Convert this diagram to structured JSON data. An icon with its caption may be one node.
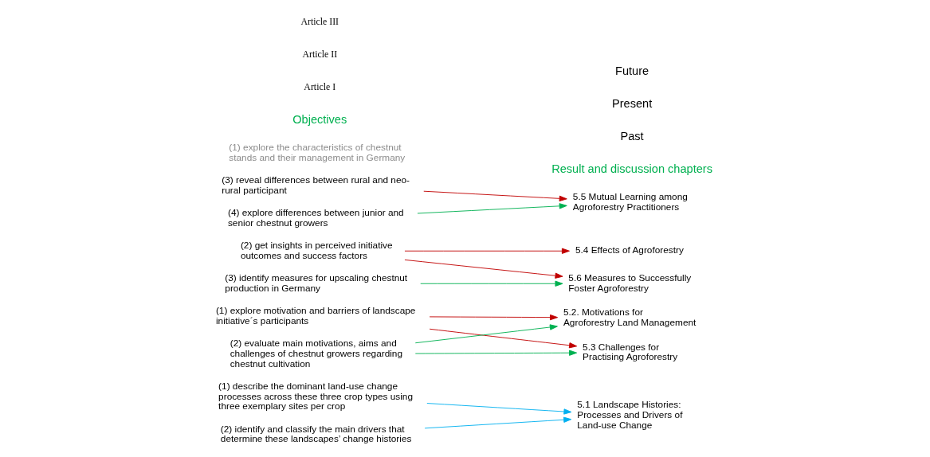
{
  "diagram": {
    "nodes": [
      {
        "text": [
          "(1) describe the dominant land-use change processes across these three crop types using three exemplary sites per crop"
        ]
      },
      {
        "text": [
          "(2) identify and classify the main drivers that determine these landscapes’ change histories"
        ]
      },
      {
        "text": [
          "(1) explore motivation and barriers of landscape initiative´s participants"
        ]
      },
      {
        "text": [
          "(2) get insights in perceived initiative outcomes and success factors"
        ]
      },
      {
        "text": [
          "(3) reveal differences between rural and neo-rural participant"
        ]
      },
      {
        "text": [
          "(1) explore the characteristics of chestnut stands and their management in Germany"
        ]
      },
      {
        "text": [
          "(2) evaluate main motivations, aims and challenges of chestnut growers regarding chestnut cultivation"
        ]
      },
      {
        "text": [
          "(3) identify measures for upscaling chestnut production in Germany"
        ]
      },
      {
        "text": [
          "(4) explore differences between junior and senior chestnut growers"
        ]
      },
      {
        "text": [
          "5.1 Landscape Histories: Processes and Drivers of Land-use Change"
        ]
      },
      {
        "text": [
          "5.2. Motivations for Agroforestry Land Management"
        ]
      },
      {
        "text": [
          "5.3 Challenges for Practising Agroforestry"
        ]
      },
      {
        "text": [
          "5.4 Effects of Agroforestry"
        ]
      },
      {
        "text": [
          "5.5 Mutual Learning among Agroforestry Practitioners"
        ]
      },
      {
        "text": [
          "5.6 Measures to Successfully Foster Agroforestry"
        ]
      }
    ],
    "edges": [
      {
        "from": 0,
        "to": 9,
        "arrow": "to",
        "color": "#00b0f0"
      },
      {
        "from": 1,
        "to": 9,
        "arrow": "to",
        "color": "#00b0f0"
      },
      {
        "from": 2,
        "to": 10,
        "arrow": "to",
        "color": "#c00000"
      },
      {
        "from": 2,
        "to": 11,
        "arrow": "to",
        "color": "#c00000"
      },
      {
        "from": 3,
        "to": 12,
        "arrow": "to",
        "color": "#c00000"
      },
      {
        "from": 3,
        "to": 14,
        "arrow": "to",
        "color": "#c00000"
      },
      {
        "from": 4,
        "to": 13,
        "arrow": "to",
        "color": "#c00000"
      },
      {
        "from": 6,
        "to": 10,
        "arrow": "to",
        "color": "#00b050"
      },
      {
        "from": 6,
        "to": 11,
        "arrow": "to",
        "color": "#00b050"
      },
      {
        "from": 7,
        "to": 14,
        "arrow": "to",
        "color": "#00b050"
      },
      {
        "from": 8,
        "to": 13,
        "arrow": "to",
        "color": "#00b050"
      }
    ],
    "labels": [
      "Objectives",
      "Result and discussion chapters",
      "Article I",
      "Article II",
      "Article III",
      "Past",
      "Present",
      "Future"
    ]
  }
}
